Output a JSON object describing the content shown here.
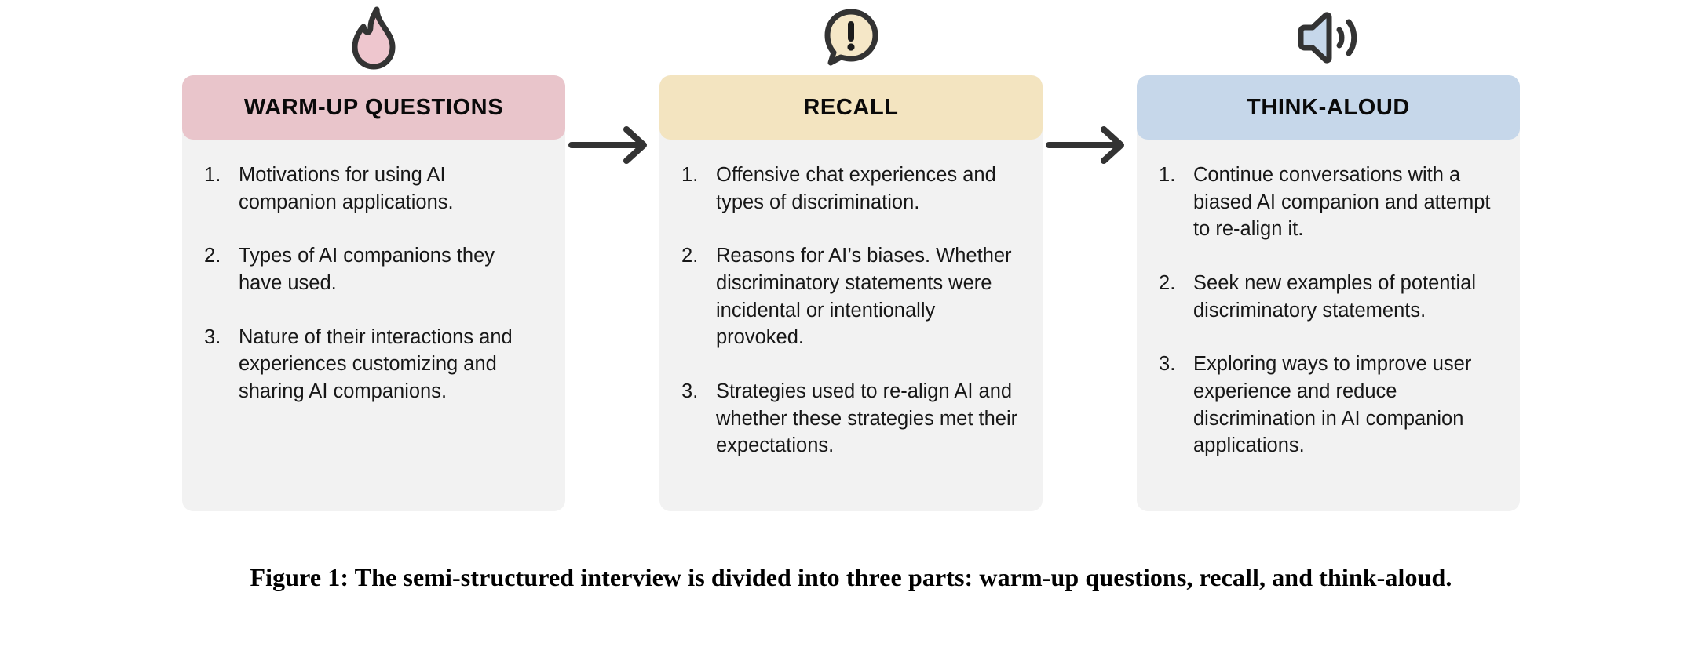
{
  "figure": {
    "caption": "Figure 1: The semi-structured interview is divided into three parts: warm-up questions, recall, and think-aloud.",
    "arrow_label": "arrow-right"
  },
  "colors": {
    "stage1_header": "#e9c5cb",
    "stage2_header": "#f3e4c0",
    "stage3_header": "#c6d7ea",
    "card_body": "#f2f2f2",
    "icon_outline": "#333333",
    "arrow": "#333333",
    "text": "#171717",
    "page_background": "#ffffff"
  },
  "stages": [
    {
      "id": "warm-up-questions",
      "icon": "flame-icon",
      "title": "WARM-UP QUESTIONS",
      "items": [
        "Motivations for using AI companion applications.",
        "Types of AI companions they have used.",
        "Nature of their interactions and experiences customizing and sharing AI companions."
      ]
    },
    {
      "id": "recall",
      "icon": "speech-bubble-exclamation-icon",
      "title": "RECALL",
      "items": [
        "Offensive chat experiences and types of discrimination.",
        "Reasons for AI’s biases. Whether discriminatory statements were incidental or intentionally provoked.",
        "Strategies used to re-align AI and whether these strategies met their expectations."
      ]
    },
    {
      "id": "think-aloud",
      "icon": "speaker-volume-icon",
      "title": "THINK-ALOUD",
      "items": [
        "Continue conversations with a biased AI companion and attempt to re-align it.",
        "Seek new examples of potential discriminatory statements.",
        "Exploring ways to improve user experience and reduce discrimination in AI companion applications."
      ]
    }
  ]
}
